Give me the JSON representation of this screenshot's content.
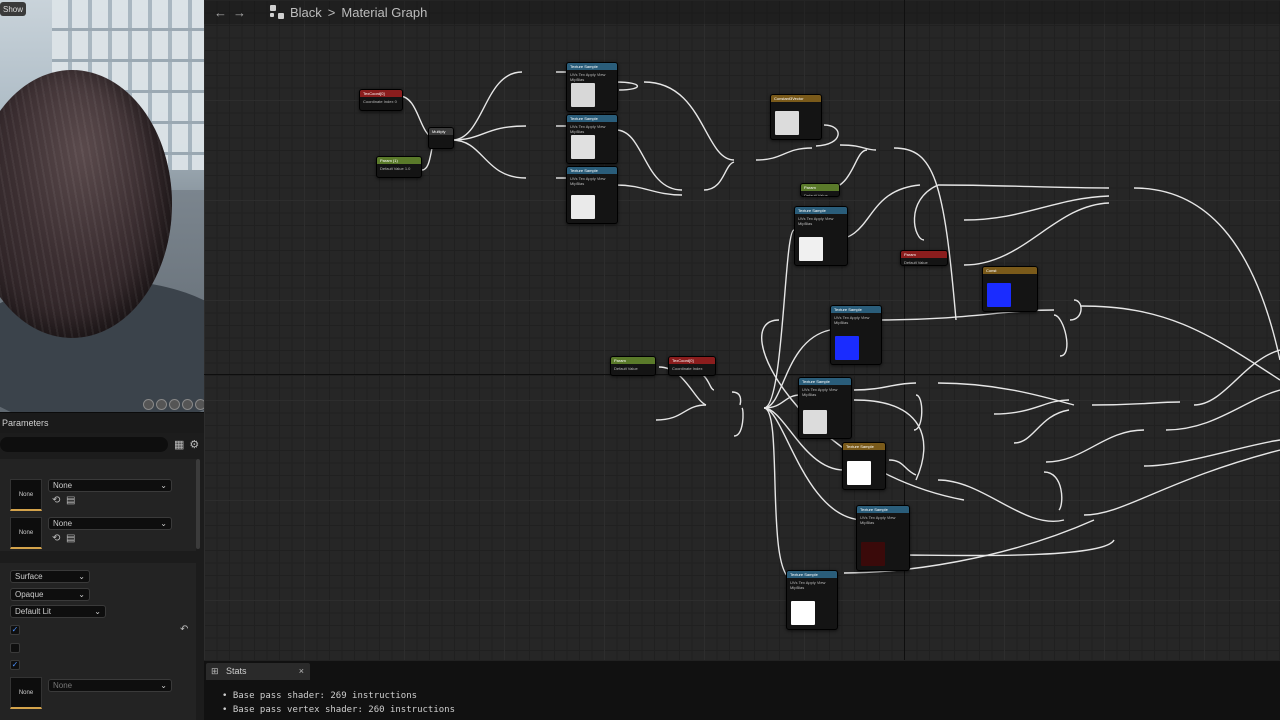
{
  "viewport": {
    "show_label": "Show"
  },
  "breadcrumb": {
    "asset": "Black",
    "separator": ">",
    "graph": "Material Graph"
  },
  "nodes": [
    {
      "title": "TexCoord[0]",
      "body": "Coordinate Index  0",
      "head": "#8b1d1d",
      "swatch": ""
    },
    {
      "title": "Multiply",
      "body": "",
      "head": "#3a3a3a",
      "swatch": ""
    },
    {
      "title": "Param (1)",
      "body": "Default Value  1.0",
      "head": "#5a7a2a",
      "swatch": ""
    },
    {
      "title": "Texture Sample",
      "body": "UVs  Tex  Apply View MipBias",
      "head": "#2a5d7a",
      "swatch": "#d8d8d8"
    },
    {
      "title": "Texture Sample",
      "body": "UVs  Tex  Apply View MipBias",
      "head": "#2a5d7a",
      "swatch": "#e0e0e0"
    },
    {
      "title": "Texture Sample",
      "body": "UVs  Tex  Apply View MipBias",
      "head": "#2a5d7a",
      "swatch": "#eaeaea"
    },
    {
      "title": "Constant3Vector",
      "body": "",
      "head": "#7a5a1a",
      "swatch": "#dcdcdc"
    },
    {
      "title": "Texture Sample",
      "body": "UVs  Tex  Apply View MipBias",
      "head": "#2a5d7a",
      "swatch": "#f0f0f0"
    },
    {
      "title": "Param",
      "body": "Default Value",
      "head": "#5a7a2a",
      "swatch": ""
    },
    {
      "title": "Param",
      "body": "Default Value",
      "head": "#8b1d1d",
      "swatch": ""
    },
    {
      "title": "Const",
      "body": "",
      "head": "#7a5a1a",
      "swatch": "#1a2cff"
    },
    {
      "title": "Texture Sample",
      "body": "UVs  Tex  Apply View MipBias",
      "head": "#2a5d7a",
      "swatch": "#1a2cff"
    },
    {
      "title": "Texture Sample",
      "body": "UVs  Tex  Apply View MipBias",
      "head": "#2a5d7a",
      "swatch": "#dcdcdc"
    },
    {
      "title": "Param",
      "body": "Default Value",
      "head": "#5a7a2a",
      "swatch": ""
    },
    {
      "title": "TexCoord[0]",
      "body": "Coordinate Index",
      "head": "#8b1d1d",
      "swatch": ""
    },
    {
      "title": "Texture Sample",
      "body": "",
      "head": "#7a5a1a",
      "swatch": "#ffffff"
    },
    {
      "title": "Texture Sample",
      "body": "UVs  Tex  Apply View MipBias",
      "head": "#2a5d7a",
      "swatch": "#3a0a0a"
    },
    {
      "title": "Texture Sample",
      "body": "UVs  Tex  Apply View MipBias",
      "head": "#2a5d7a",
      "swatch": "#ffffff"
    }
  ],
  "details": {
    "title": "Parameters",
    "texture_rows": [
      {
        "thumb": "None",
        "value": "None"
      },
      {
        "thumb": "None",
        "value": "None"
      }
    ],
    "material_domain": "Surface",
    "blend_mode": "Opaque",
    "shading_model": "Default Lit",
    "checkboxes": [
      "✓",
      "",
      "✓"
    ],
    "bottom_row": {
      "thumb": "None",
      "value": "None"
    }
  },
  "stats": {
    "tab_label": "Stats",
    "lines": [
      "•  Base pass shader: 269 instructions",
      "•  Base pass vertex shader: 260 instructions"
    ]
  }
}
